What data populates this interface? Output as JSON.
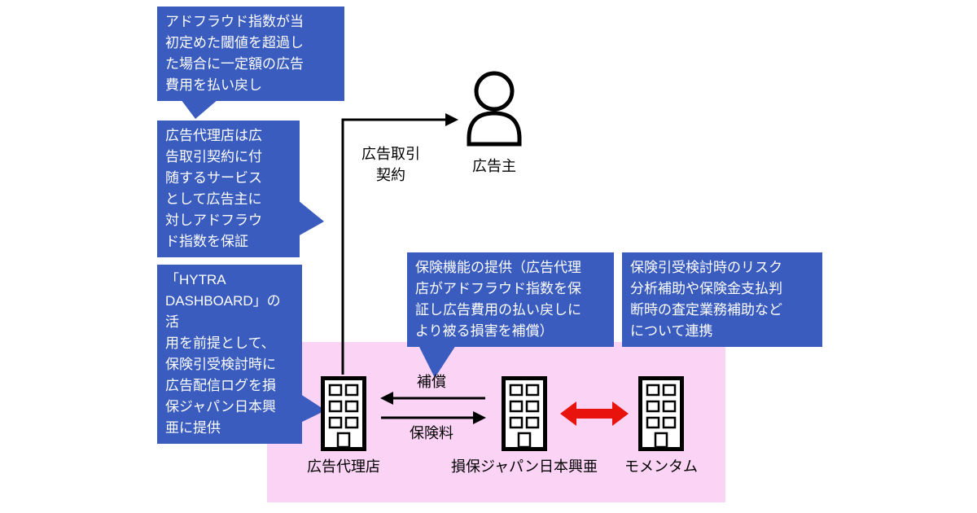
{
  "diagram": {
    "callouts": {
      "refund": "アドフラウド指数が当\n初定めた閾値を超過し\nた場合に一定額の広告\n費用を払い戻し",
      "guarantee": "広告代理店は広\n告取引契約に付\n随するサービス\nとして広告主に\n対しアドフラウ\nド指数を保証",
      "hytra": "「HYTRA\nDASHBOARD」の活\n用を前提として、\n保険引受検討時に\n広告配信ログを損\n保ジャパン日本興\n亜に提供",
      "insurance_function": "保険機能の提供（広告代理\n店がアドフラウド指数を保\n証し広告費用の払い戻しに\nより被る損害を補償）",
      "partnership": "保険引受検討時のリスク\n分析補助や保険金支払判\n断時の査定業務補助など\nについて連携"
    },
    "labels": {
      "ad_contract": "広告取引\n契約",
      "advertiser": "広告主",
      "compensation": "補償",
      "premium": "保険料",
      "agency": "広告代理店",
      "insurer": "損保ジャパン日本興亜",
      "momentum": "モメンタム"
    },
    "colors": {
      "callout_blue": "#3a5cbe",
      "panel_pink": "#fbd3f5",
      "arrow_red": "#e8130d",
      "line_black": "#000000"
    }
  }
}
